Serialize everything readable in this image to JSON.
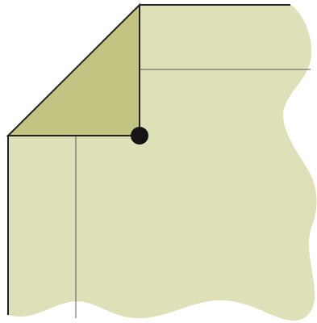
{
  "diagram": {
    "colors": {
      "paper": "#dfdfb8",
      "folded_corner": "#c4c482",
      "edge": "#222222",
      "inner_line": "#5a5a4a",
      "dot": "#151515"
    },
    "shapes": [
      "paper-sheet",
      "folded-corner-triangle",
      "fold-edge-horizontal",
      "fold-edge-vertical",
      "fold-pivot-dot"
    ]
  }
}
